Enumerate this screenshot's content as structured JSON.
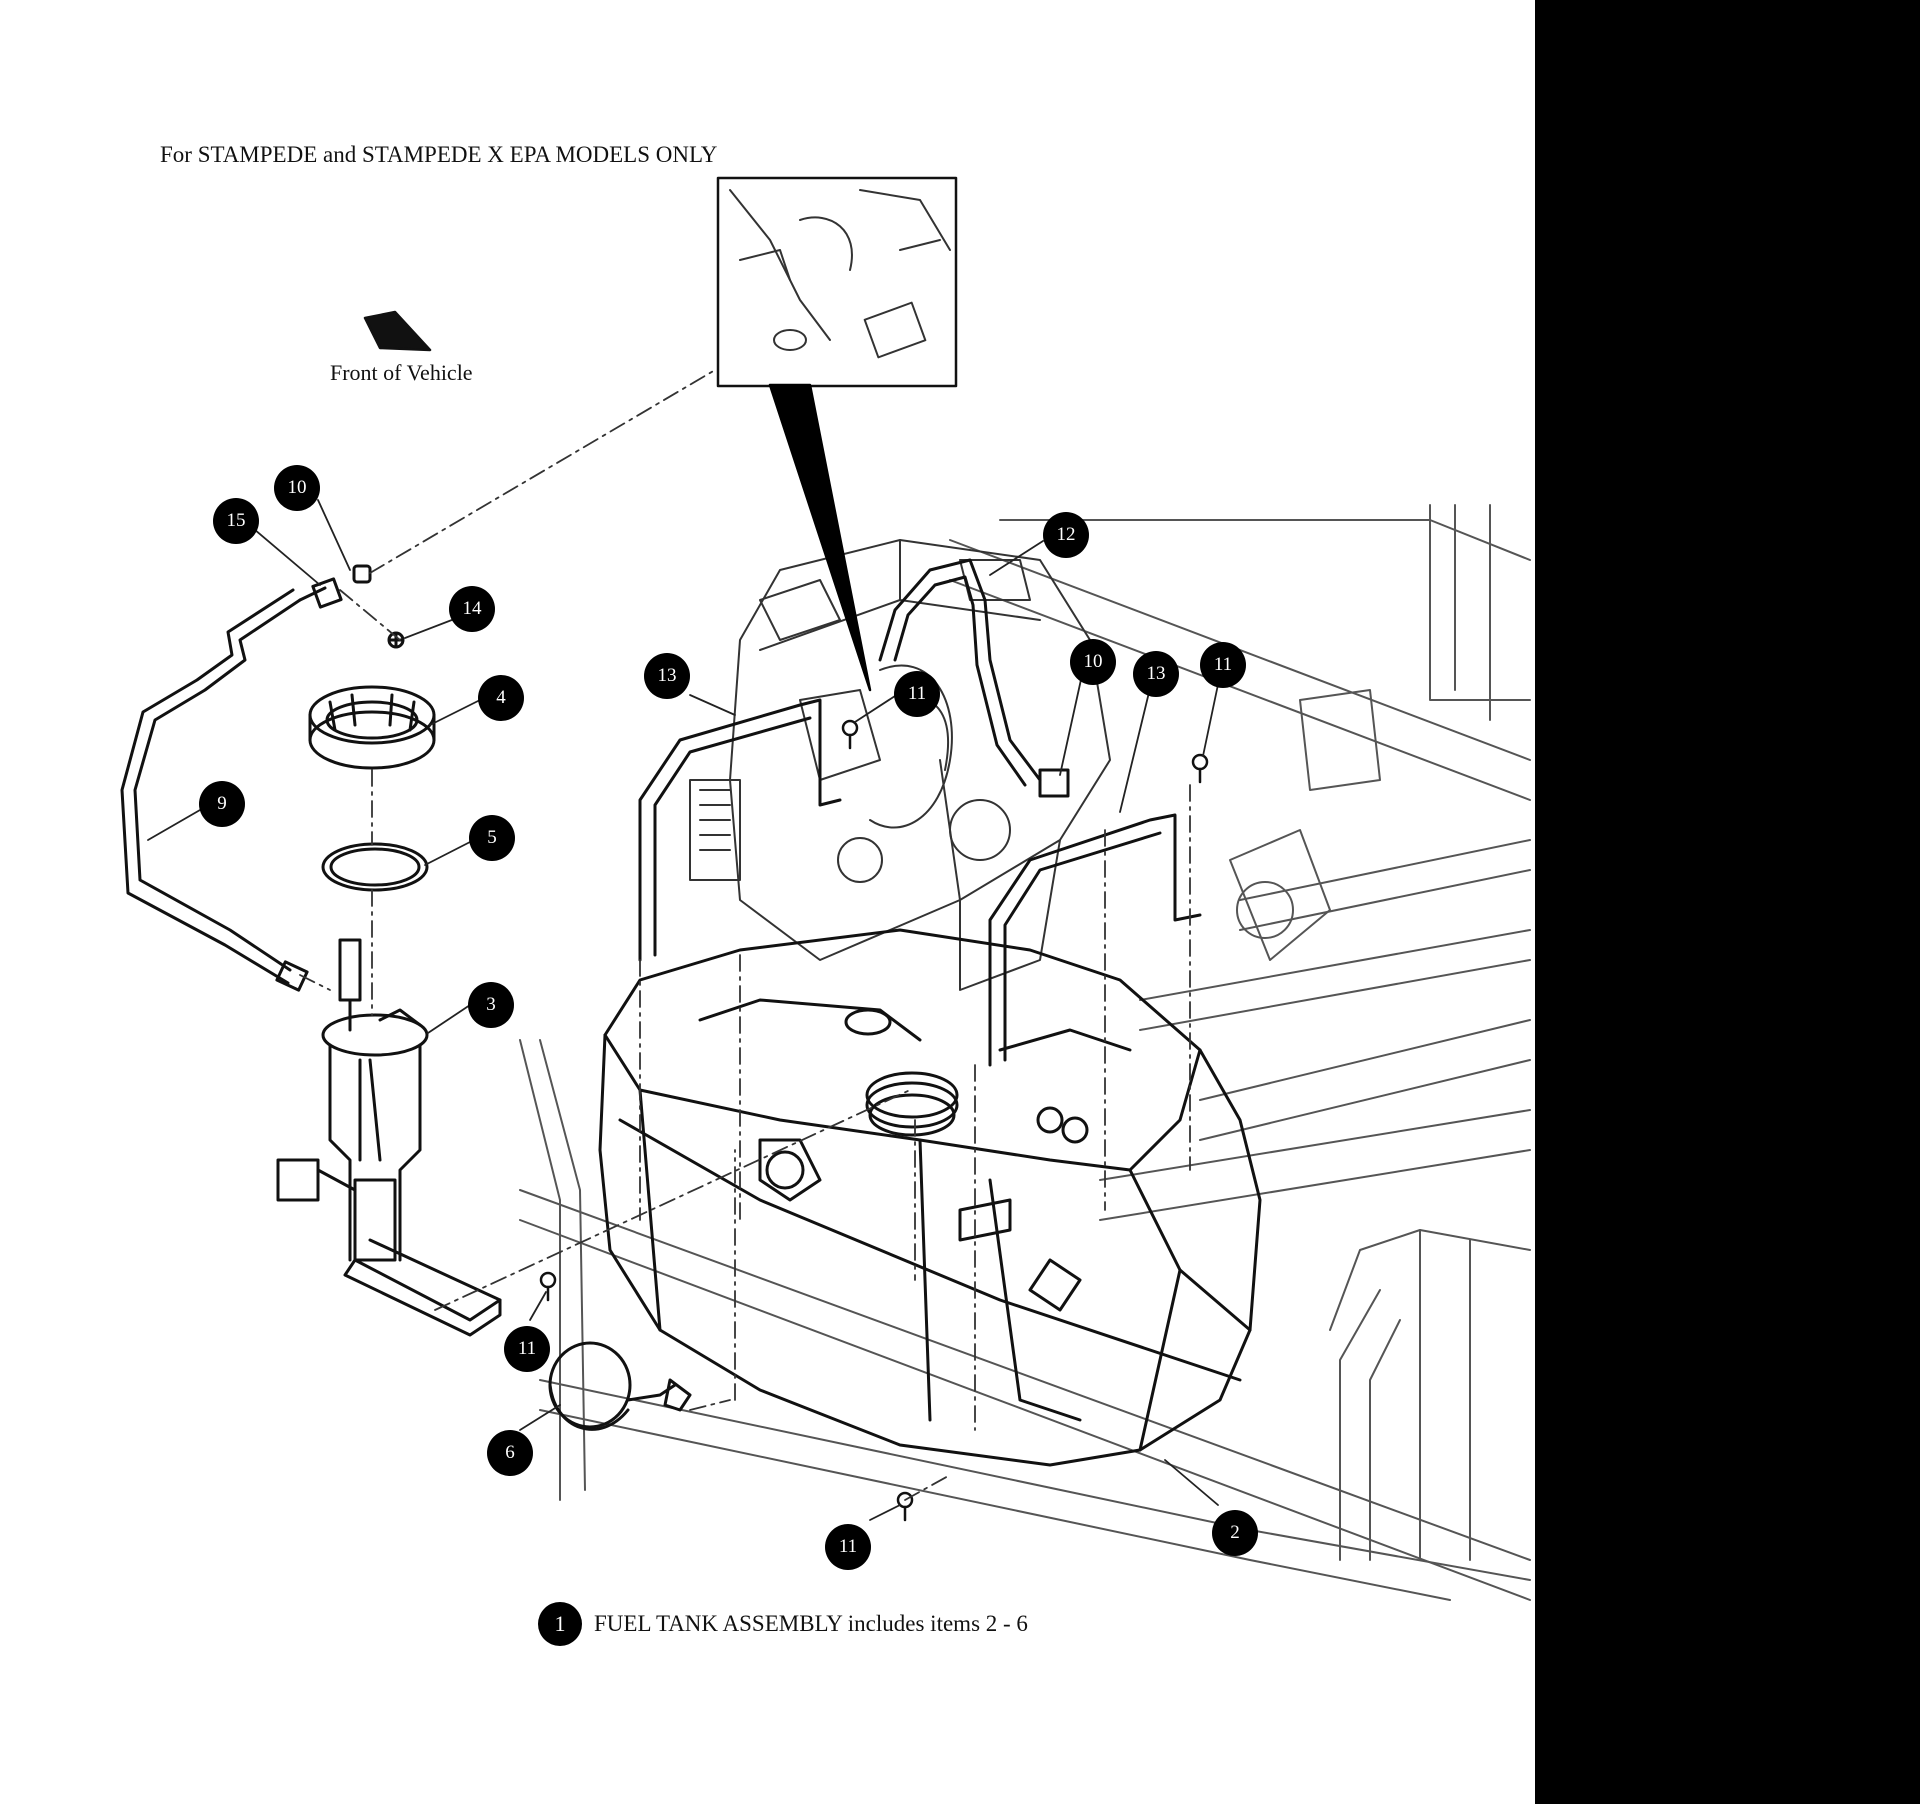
{
  "header_note": "For STAMPEDE and STAMPEDE X EPA MODELS ONLY",
  "direction_label": "Front of Vehicle",
  "legend": {
    "number": "1",
    "text": "FUEL TANK ASSEMBLY includes items 2 - 6"
  },
  "callouts": [
    "10",
    "15",
    "14",
    "4",
    "9",
    "5",
    "3",
    "12",
    "13",
    "11",
    "10",
    "13",
    "11",
    "11",
    "6",
    "11",
    "2"
  ],
  "colors": {
    "ink": "#111111",
    "badge": "#000000",
    "badge_text": "#ffffff",
    "margin": "#000000"
  }
}
